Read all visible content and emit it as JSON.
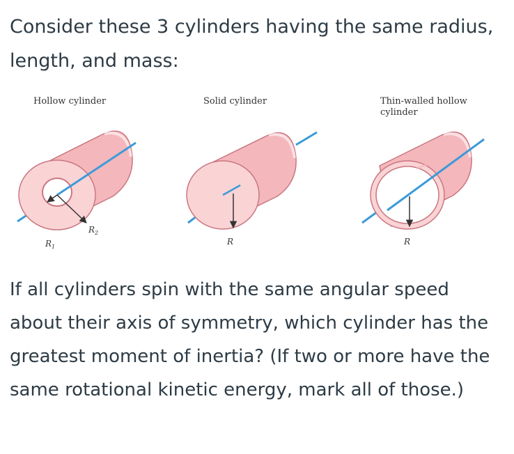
{
  "intro_text": "Consider these 3 cylinders having the same radius, length, and mass:",
  "figure": {
    "hollow_caption": "Hollow cylinder",
    "solid_caption": "Solid cylinder",
    "thin_caption_line1": "Thin-walled hollow",
    "thin_caption_line2": "cylinder",
    "label_r1": "R",
    "label_r1_sub": "1",
    "label_r2": "R",
    "label_r2_sub": "2",
    "label_r_solid": "R",
    "label_r_thin": "R"
  },
  "question_text": "If all cylinders spin with the same angular speed about their axis of symmetry, which cylinder has the greatest moment of inertia? (If two or more have the same rotational kinetic energy, mark all of those.)",
  "colors": {
    "body_fill": "#f4b7bc",
    "face_fill": "#fad3d5",
    "edge_stroke": "#c97780",
    "axis": "#3b9ad9",
    "text": "#2d3b45"
  }
}
